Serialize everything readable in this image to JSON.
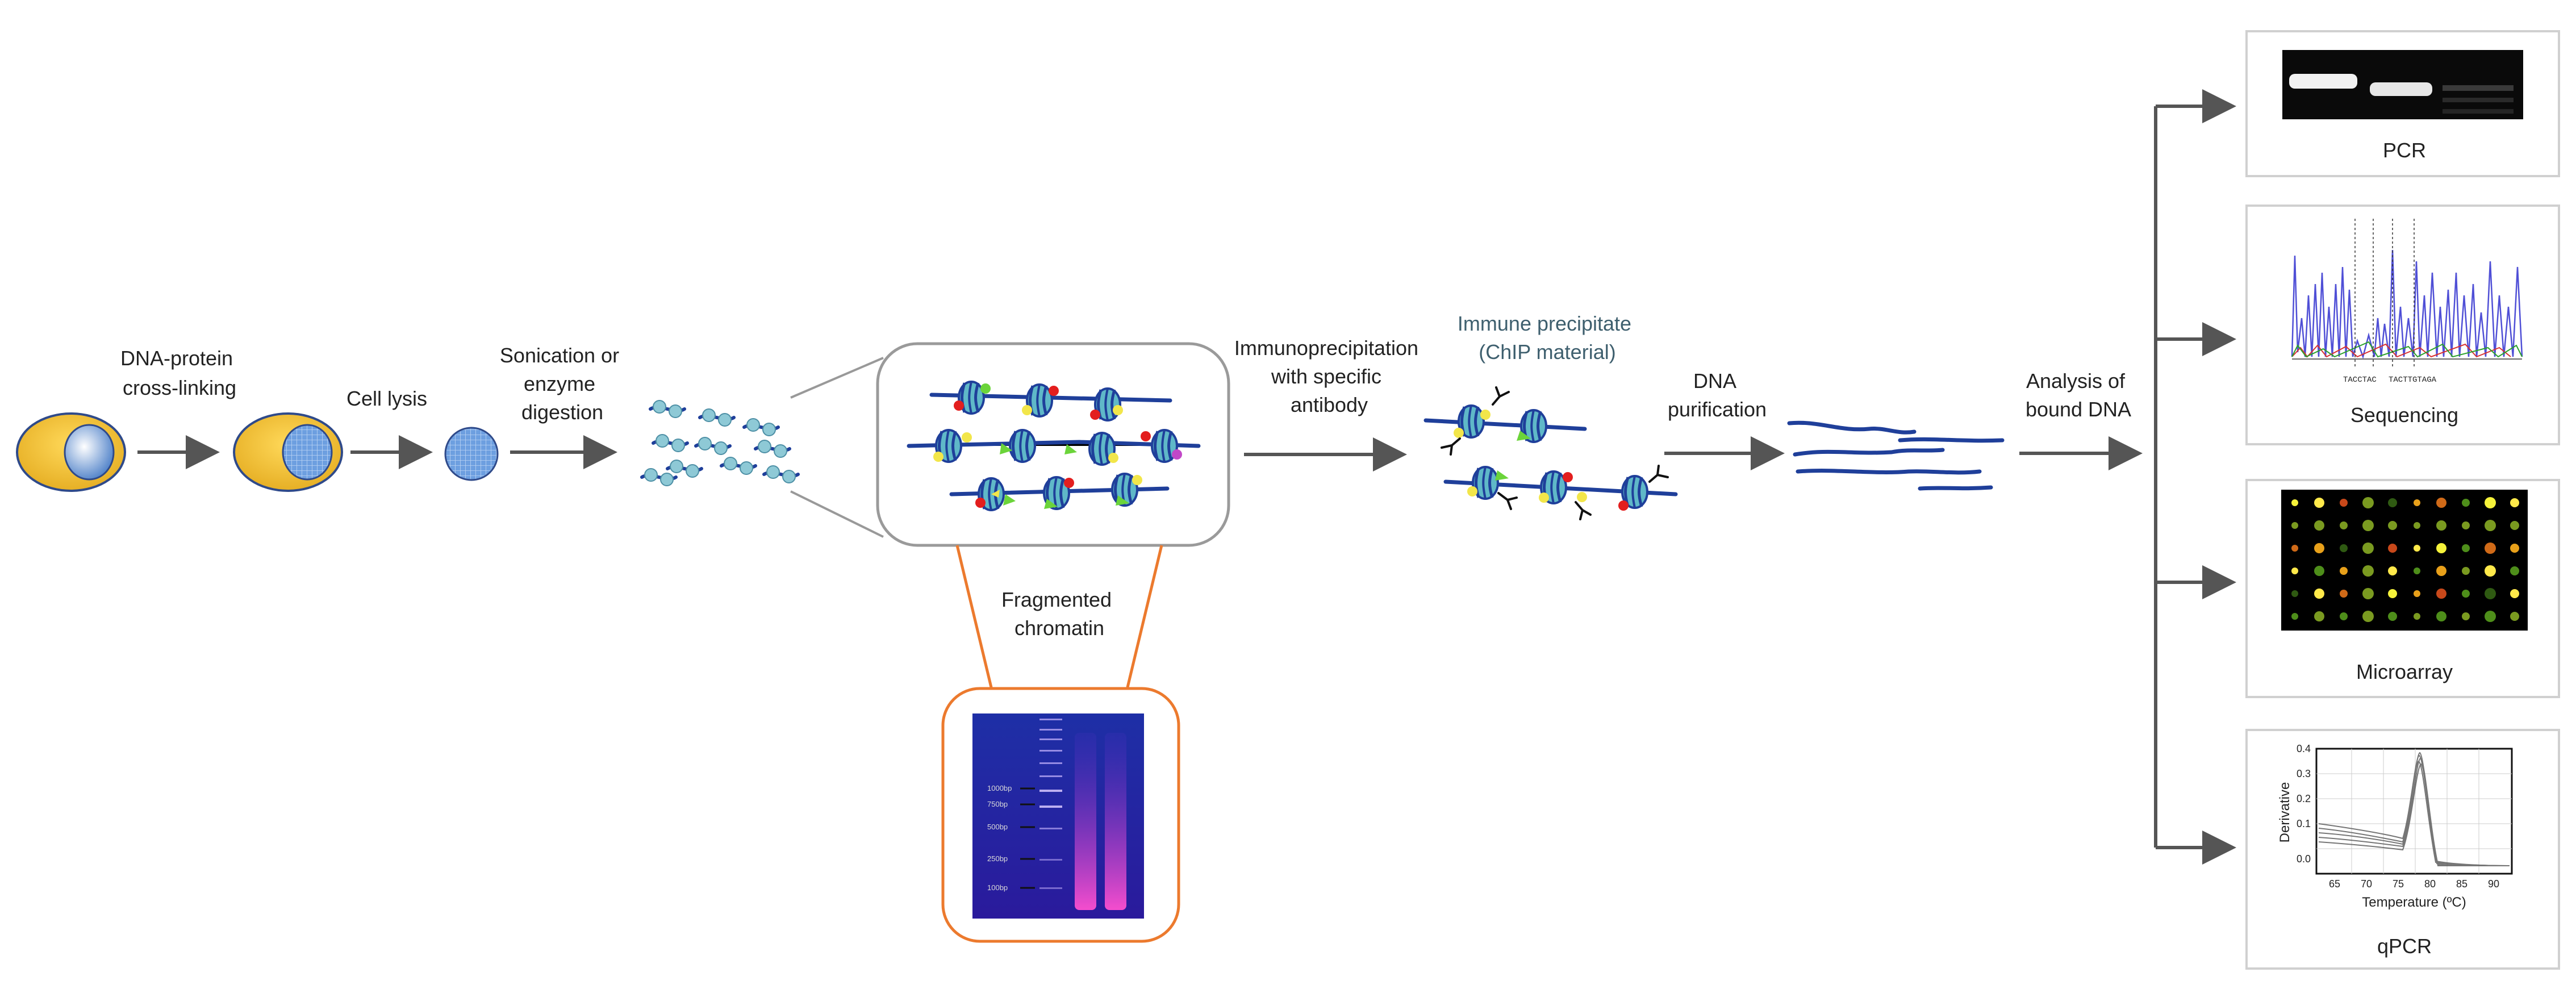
{
  "steps": {
    "crosslinking": [
      "DNA-protein",
      "cross-linking"
    ],
    "lysis": [
      "Cell lysis"
    ],
    "sonication": [
      "Sonication or",
      "enzyme",
      "digestion"
    ],
    "fragmented": [
      "Fragmented",
      "chromatin"
    ],
    "immunoprecipitation": [
      "Immunoprecipitation",
      "with specific",
      "antibody"
    ],
    "immune_precipitate": [
      "Immune precipitate",
      "(ChIP material)"
    ],
    "purification": [
      "DNA",
      "purification"
    ],
    "analysis": [
      "Analysis of",
      "bound DNA"
    ]
  },
  "gel_ladder": [
    "1000bp",
    "750bp",
    "500bp",
    "250bp",
    "100bp"
  ],
  "outputs": {
    "pcr": "PCR",
    "sequencing": "Sequencing",
    "microarray": "Microarray",
    "qpcr": "qPCR"
  },
  "sequence_reads": [
    "TACCTAC",
    "TACTTGTAGA"
  ],
  "qpcr_plot": {
    "ylabel": "Derivative",
    "xlabel": "Temperature (ºC)",
    "yticks": [
      "0.4",
      "0.3",
      "0.2",
      "0.1",
      "0.0"
    ],
    "xticks": [
      "65",
      "70",
      "75",
      "80",
      "85",
      "90"
    ]
  },
  "colors": {
    "cell_yellow": "#f2c12e",
    "nucleus_blue": "#3f76c4",
    "dna_blue": "#1f3f9a",
    "arrow_gray": "#555555",
    "highlight_orange": "#ec7a2e",
    "label_blue": "#3e5f6e"
  }
}
